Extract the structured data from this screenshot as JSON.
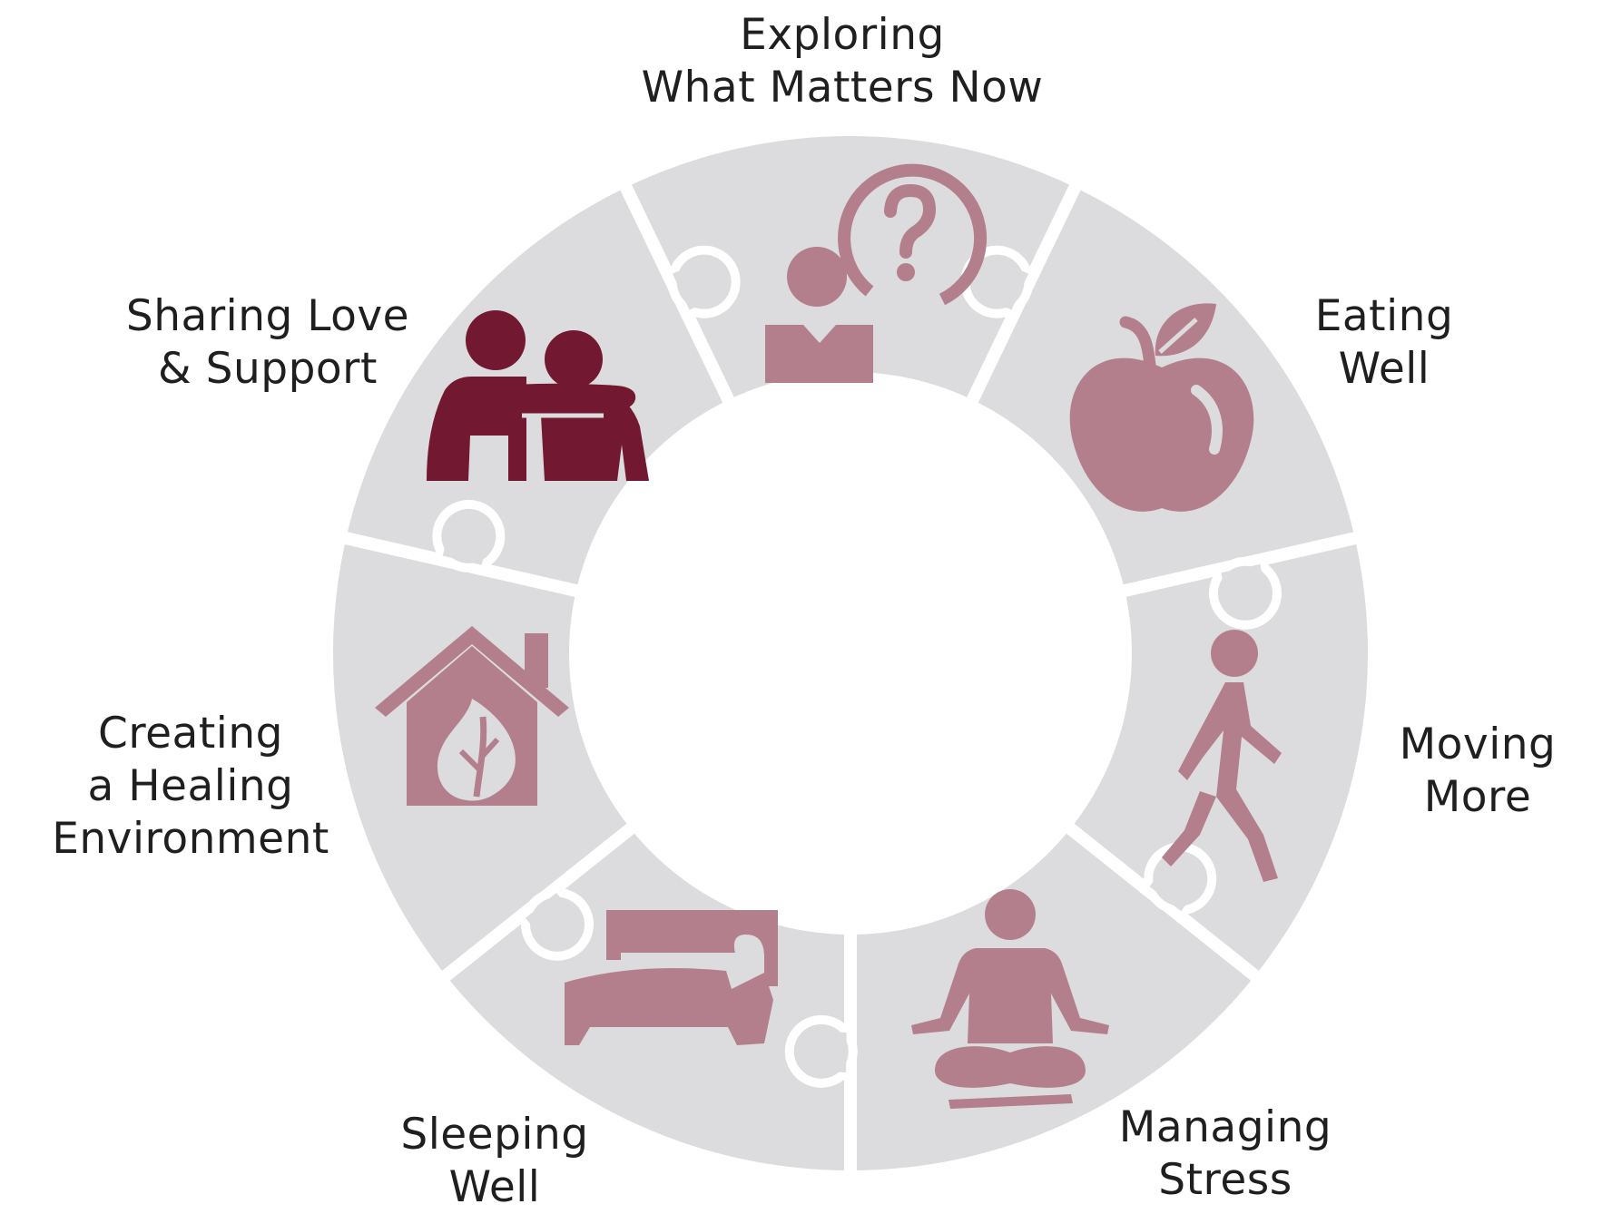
{
  "colors": {
    "segment_fill": "#dcdcde",
    "segment_border": "#ffffff",
    "icon_light": "#b37f8d",
    "icon_dark": "#721830",
    "text": "#1f1f1f"
  },
  "segments": [
    {
      "id": "exploring",
      "line1": "Exploring",
      "line2": "What Matters Now",
      "icon": "person-question-icon"
    },
    {
      "id": "eating",
      "line1": "Eating",
      "line2": "Well",
      "icon": "apple-icon"
    },
    {
      "id": "moving",
      "line1": "Moving",
      "line2": "More",
      "icon": "walking-person-icon"
    },
    {
      "id": "managing",
      "line1": "Managing",
      "line2": "Stress",
      "icon": "meditation-icon"
    },
    {
      "id": "sleeping",
      "line1": "Sleeping",
      "line2": "Well",
      "icon": "bed-icon"
    },
    {
      "id": "creating",
      "line1": "Creating",
      "line2": "a Healing",
      "line3": "Environment",
      "icon": "house-leaf-icon"
    },
    {
      "id": "sharing",
      "line1": "Sharing Love",
      "line2": "& Support",
      "icon": "hugging-people-icon"
    }
  ]
}
